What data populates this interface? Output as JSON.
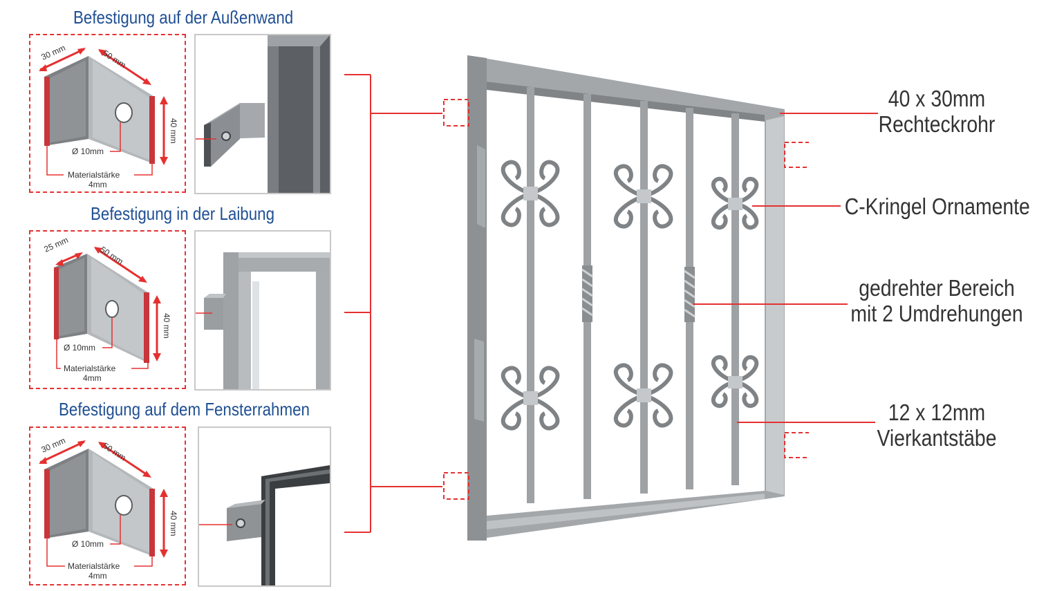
{
  "colors": {
    "title_blue": "#1f4f94",
    "callout_red": "#e53030",
    "steel": "#a9adb0",
    "label_gray": "#333333"
  },
  "sections": [
    {
      "title": "Befestigung auf der Außenwand",
      "dim_a": "30 mm",
      "dim_b": "50 mm",
      "dim_h": "40 mm",
      "hole": "Ø 10mm",
      "material_line1": "Materialstärke",
      "material_line2": "4mm"
    },
    {
      "title": "Befestigung in der Laibung",
      "dim_a": "25 mm",
      "dim_b": "50 mm",
      "dim_h": "40 mm",
      "hole": "Ø 10mm",
      "material_line1": "Materialstärke",
      "material_line2": "4mm"
    },
    {
      "title": "Befestigung auf dem Fensterrahmen",
      "dim_a": "30 mm",
      "dim_b": "50 mm",
      "dim_h": "40 mm",
      "hole": "Ø 10mm",
      "material_line1": "Materialstärke",
      "material_line2": "4mm"
    }
  ],
  "callouts": [
    {
      "line1": "40 x 30mm",
      "line2": "Rechteckrohr"
    },
    {
      "line1": "C-Kringel Ornamente",
      "line2": ""
    },
    {
      "line1": "gedrehter Bereich",
      "line2": "mit 2 Umdrehungen"
    },
    {
      "line1": "12 x 12mm",
      "line2": "Vierkantstäbe"
    }
  ]
}
